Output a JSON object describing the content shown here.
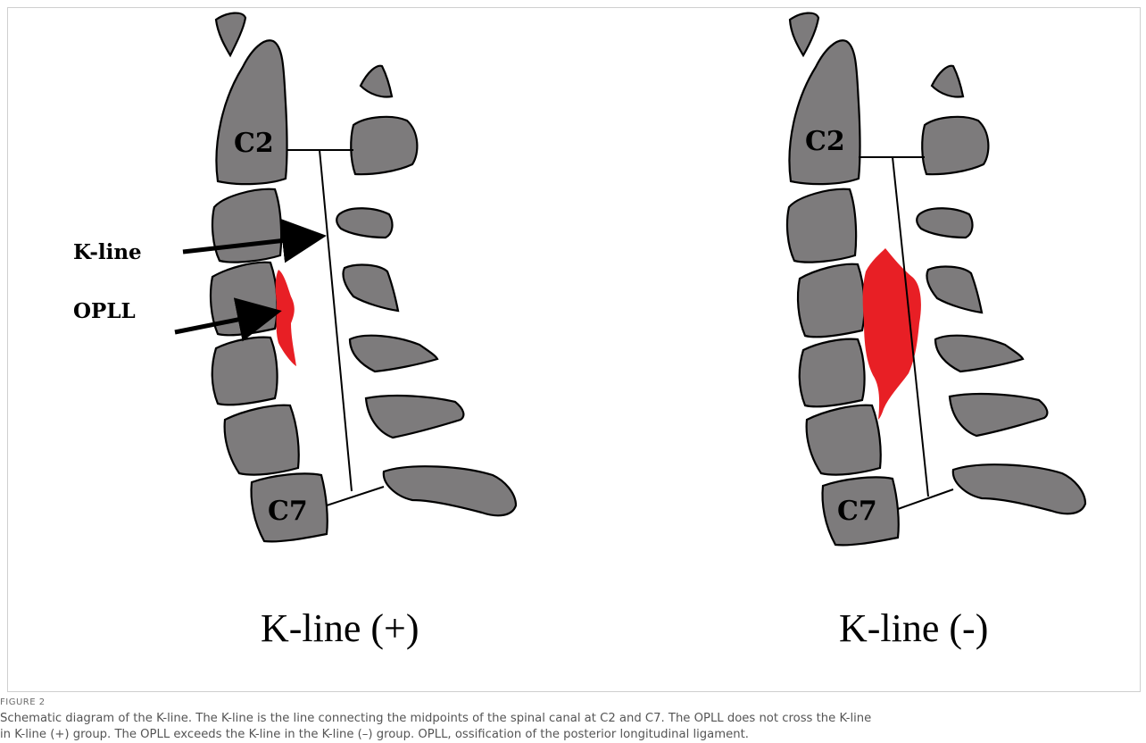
{
  "figure": {
    "label": "FIGURE 2",
    "caption_line1": "Schematic diagram of the K-line. The K-line is the line connecting the midpoints of the spinal canal at C2 and C7. The OPLL does not cross the K-line",
    "caption_line2": "in K-line (+) group. The OPLL exceeds the K-line in the K-line (–) group. OPLL, ossification of the posterior longitudinal ligament."
  },
  "left_panel": {
    "title": "K-line (+)",
    "vertebra_top": "C2",
    "vertebra_bottom": "C7",
    "label_kline": "K-line",
    "label_opll": "OPLL"
  },
  "right_panel": {
    "title": "K-line (-)",
    "vertebra_top": "C2",
    "vertebra_bottom": "C7"
  },
  "colors": {
    "bone": "#7d7b7c",
    "opll": "#e81f25"
  }
}
